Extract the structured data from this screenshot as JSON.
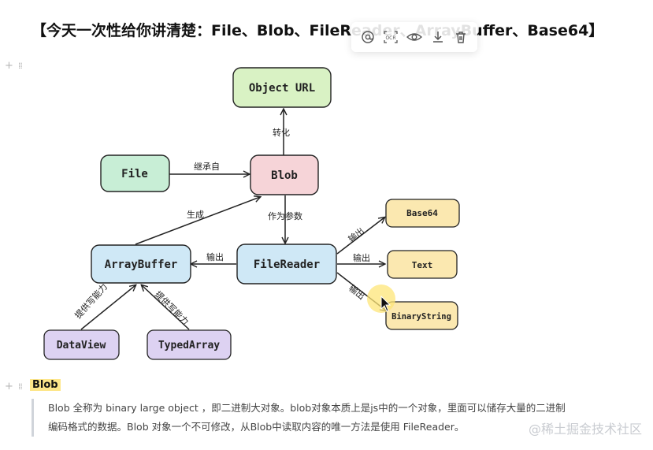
{
  "heading": {
    "title": "【今天一次性给你讲清楚：File、Blob、FileReader、ArrayBuffer、Base64】"
  },
  "toolbar": {
    "icons": [
      "at-icon",
      "ocr-icon",
      "eye-icon",
      "download-icon",
      "trash-icon"
    ],
    "ocr_text": "OCR"
  },
  "diagram": {
    "nodes": {
      "object_url": "Object URL",
      "file": "File",
      "blob": "Blob",
      "arraybuffer": "ArrayBuffer",
      "filereader": "FileReader",
      "base64": "Base64",
      "text": "Text",
      "binarystring": "BinaryString",
      "dataview": "DataView",
      "typedarray": "TypedArray"
    },
    "edges": {
      "convert": "转化",
      "inherit": "继承自",
      "as_param": "作为参数",
      "generate": "生成",
      "output_ab": "输出",
      "output_base64": "输出",
      "output_text": "输出",
      "output_binary": "输出",
      "provide_write_dv": "提供写能力",
      "provide_write_ta": "提供写能力"
    },
    "colors": {
      "object_url": "#d9f2c4",
      "file": "#c8eed6",
      "blob": "#f6d4d8",
      "arraybuffer": "#cfe8f6",
      "filereader": "#cfe8f6",
      "output": "#fbe8b0",
      "typed": "#ddd2f2"
    }
  },
  "section": {
    "tag": "Blob",
    "paragraph_line1": "Blob 全称为 binary large object ，即二进制大对象。blob对象本质上是js中的一个对象，里面可以储存大量的二进制",
    "paragraph_line2": "编码格式的数据。Blob 对象一个不可修改，从Blob中读取内容的唯一方法是使用 FileReader。"
  },
  "watermark": "@稀土掘金技术社区"
}
